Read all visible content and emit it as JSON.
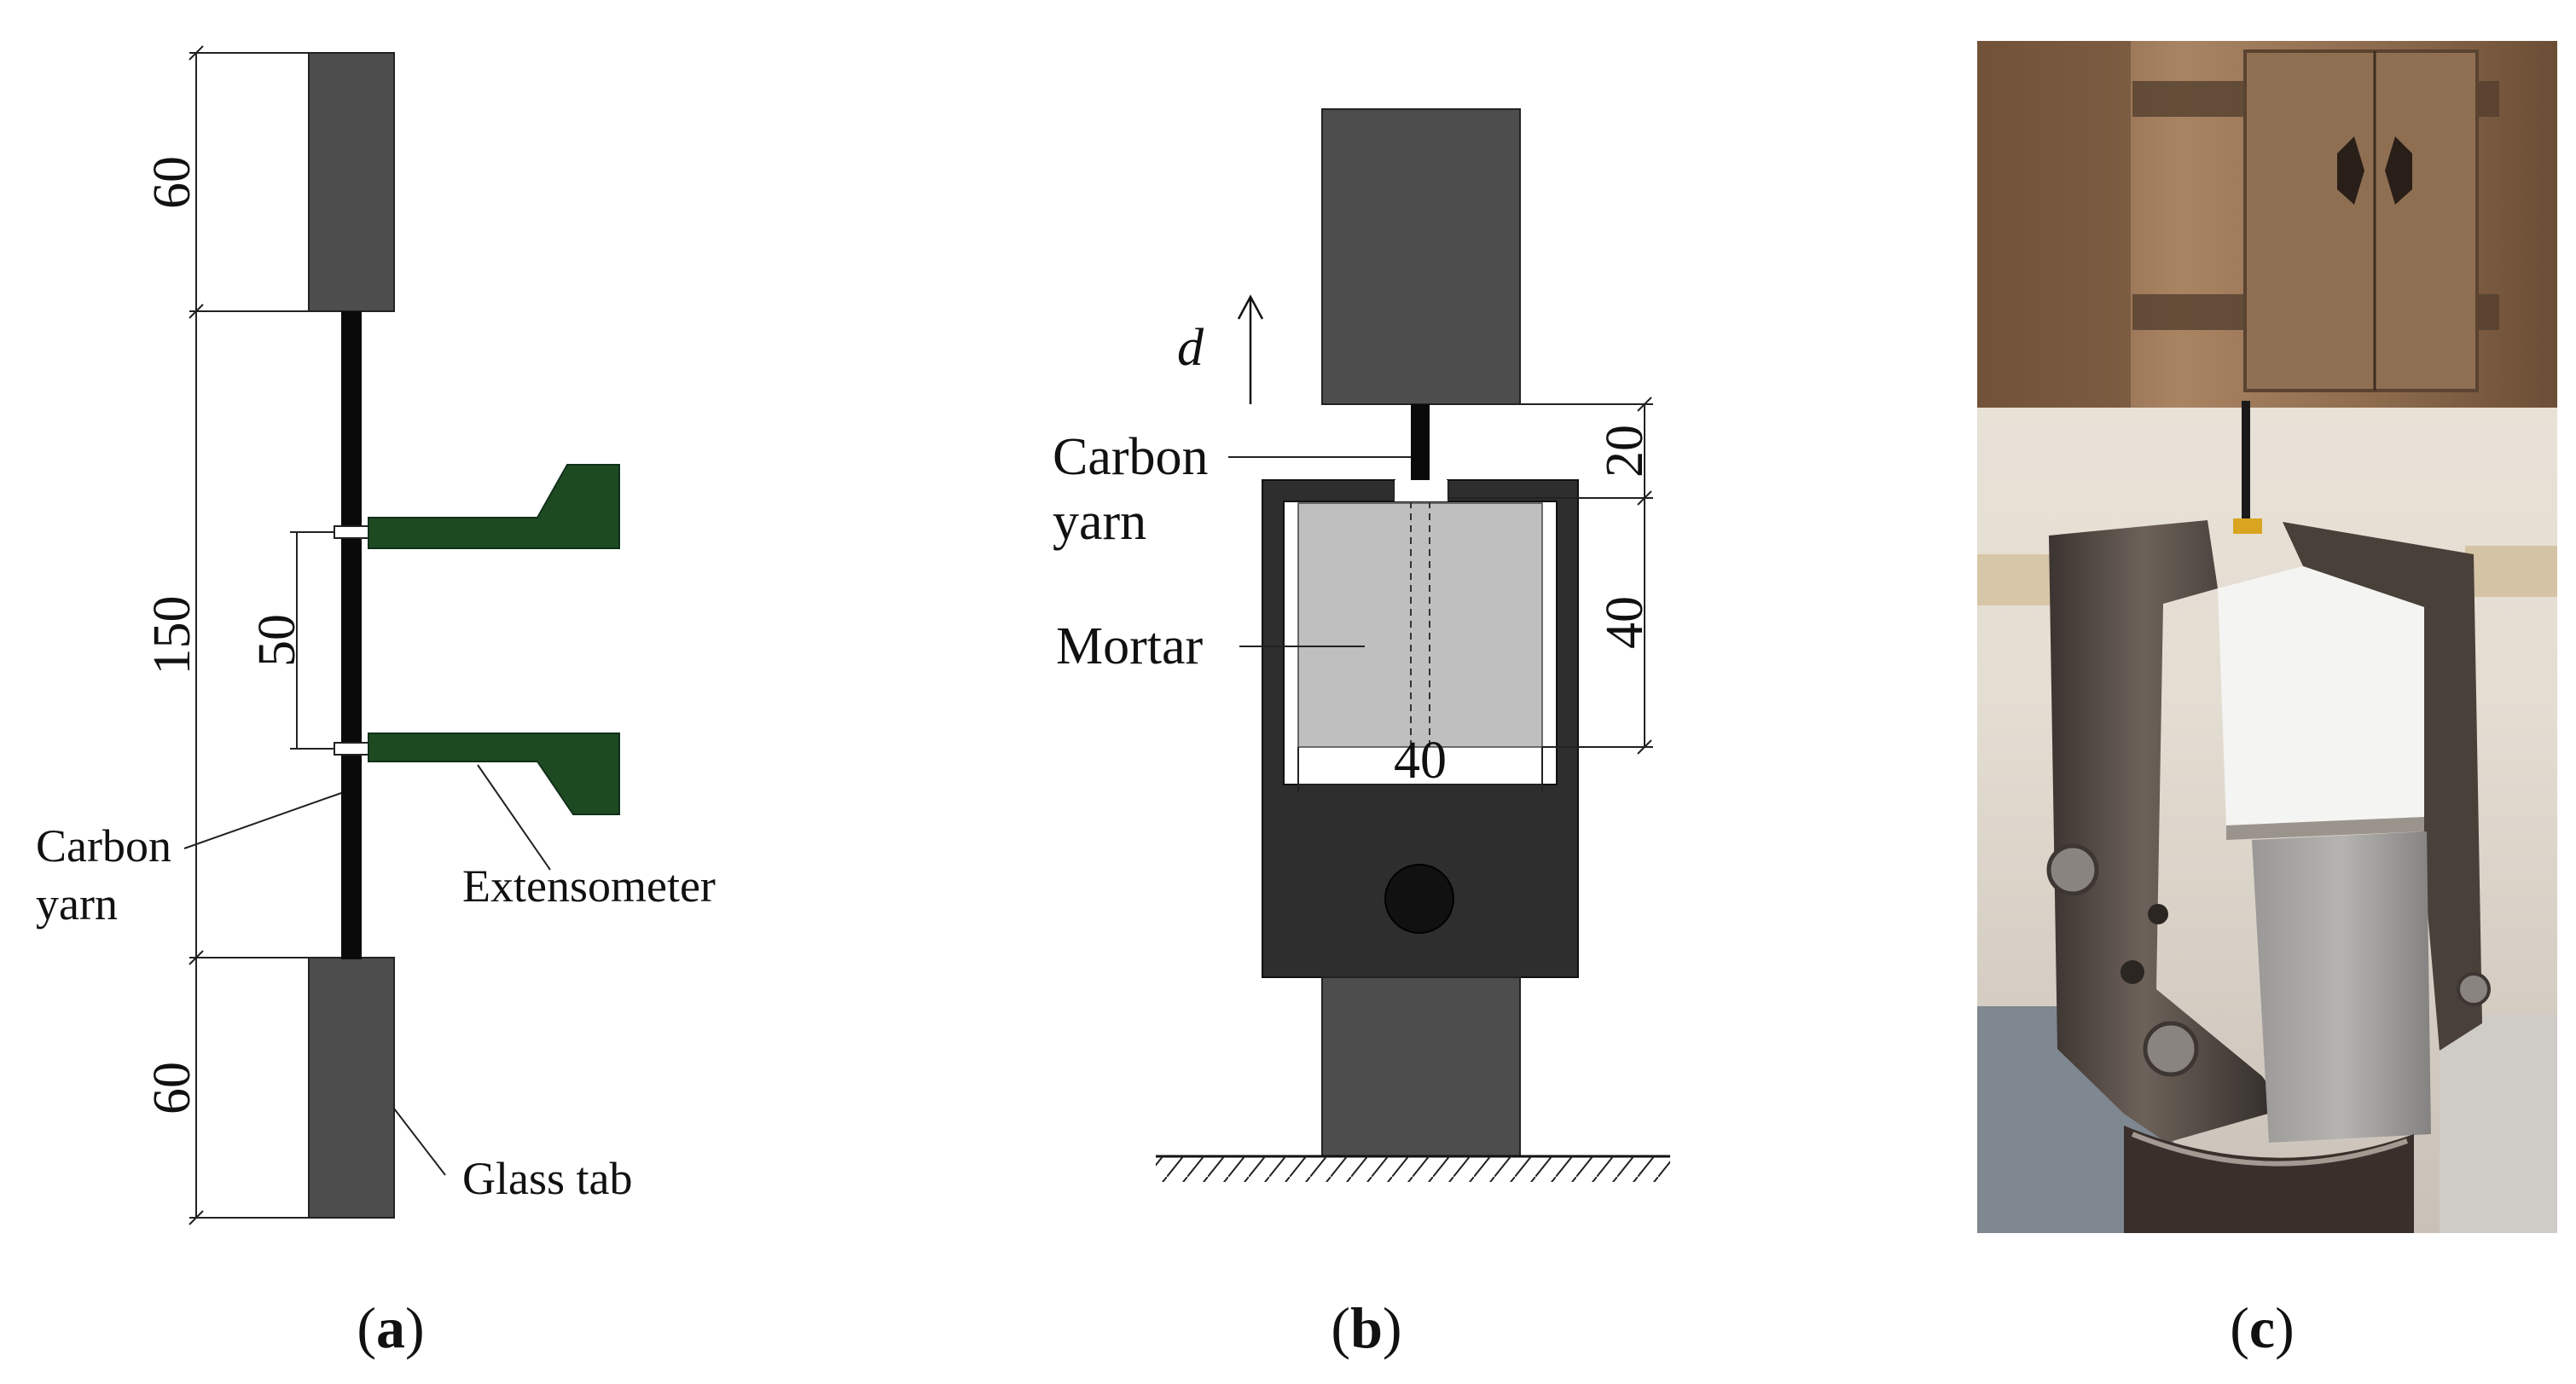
{
  "panel_a": {
    "dim_top_tab": "60",
    "dim_middle": "150",
    "dim_gauge": "50",
    "dim_bottom_tab": "60",
    "label_carbon_line1": "Carbon",
    "label_carbon_line2": "yarn",
    "label_extensometer": "Extensometer",
    "label_glass_tab": "Glass tab",
    "caption_open": "(",
    "caption_letter": "a",
    "caption_close": ")"
  },
  "panel_b": {
    "label_d": "d",
    "dim_top": "20",
    "dim_side": "40",
    "dim_width": "40",
    "label_carbon_line1": "Carbon",
    "label_carbon_line2": "yarn",
    "label_mortar": "Mortar",
    "caption_open": "(",
    "caption_letter": "b",
    "caption_close": ")"
  },
  "panel_c": {
    "caption_open": "(",
    "caption_letter": "c",
    "caption_close": ")"
  },
  "colors": {
    "tab_gray": "#4d4d4d",
    "frame_dark": "#2e2e2e",
    "mortar_gray": "#bfbfbf",
    "extensometer_green": "#1e4a22",
    "yarn_black": "#0a0a0a"
  }
}
